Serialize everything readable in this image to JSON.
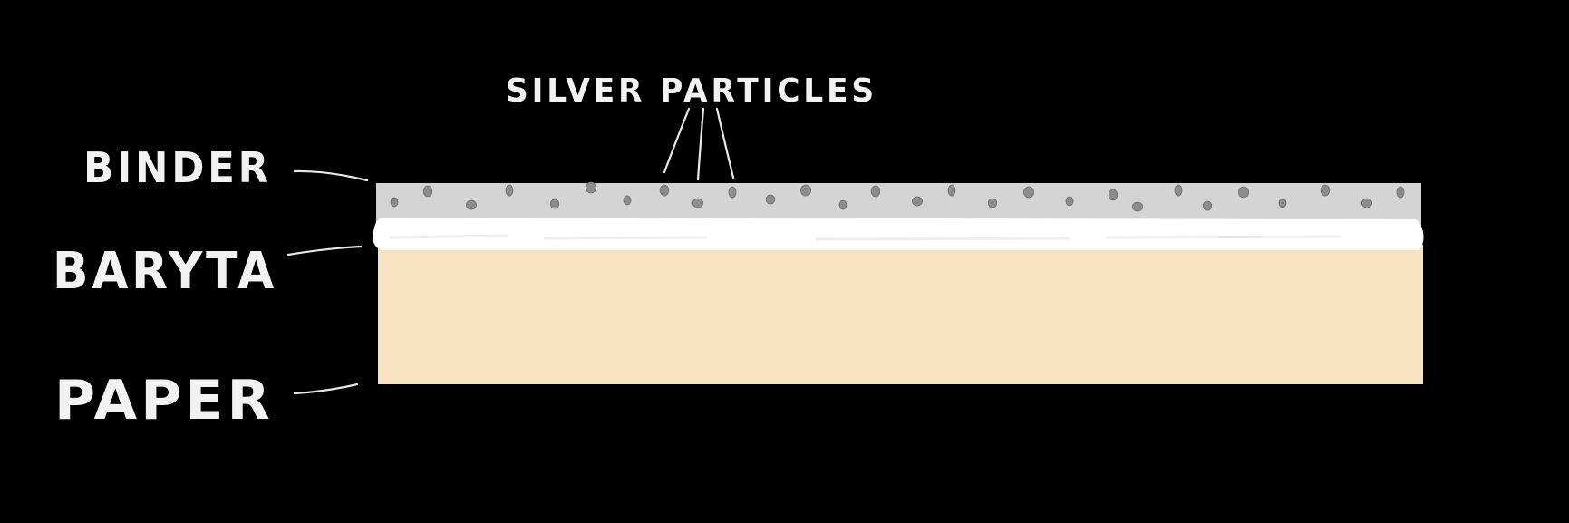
{
  "labels": {
    "silver_particles": "SILVER PARTICLES",
    "binder": "BINDER",
    "baryta": "BARYTA",
    "paper": "PAPER"
  },
  "colors": {
    "background": "#000000",
    "binder_layer": "#d4d4d4",
    "baryta_layer": "#ffffff",
    "paper_layer": "#f7e3c2",
    "particle": "#8c8c8c",
    "chalk": "#f2f2f2"
  },
  "layers": [
    {
      "id": "binder",
      "order": 1
    },
    {
      "id": "baryta",
      "order": 2
    },
    {
      "id": "paper",
      "order": 3
    }
  ]
}
